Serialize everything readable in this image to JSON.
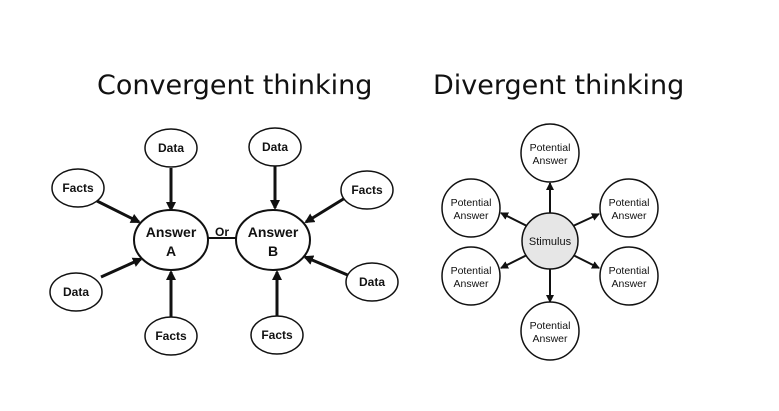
{
  "convergent": {
    "title": "Convergent thinking",
    "answer_a": [
      "Answer",
      "A"
    ],
    "answer_b": [
      "Answer",
      "B"
    ],
    "connector_label": "Or",
    "a_inputs": [
      "Data",
      "Facts",
      "Data",
      "Facts"
    ],
    "b_inputs": [
      "Data",
      "Facts",
      "Data",
      "Facts"
    ]
  },
  "divergent": {
    "title": "Divergent thinking",
    "center_label": "Stimulus",
    "center_fill": "#e6e6e6",
    "outputs": [
      [
        "Potential",
        "Answer"
      ],
      [
        "Potential",
        "Answer"
      ],
      [
        "Potential",
        "Answer"
      ],
      [
        "Potential",
        "Answer"
      ],
      [
        "Potential",
        "Answer"
      ],
      [
        "Potential",
        "Answer"
      ]
    ]
  },
  "colors": {
    "stroke": "#111111",
    "node_fill": "#ffffff",
    "text": "#111111"
  }
}
